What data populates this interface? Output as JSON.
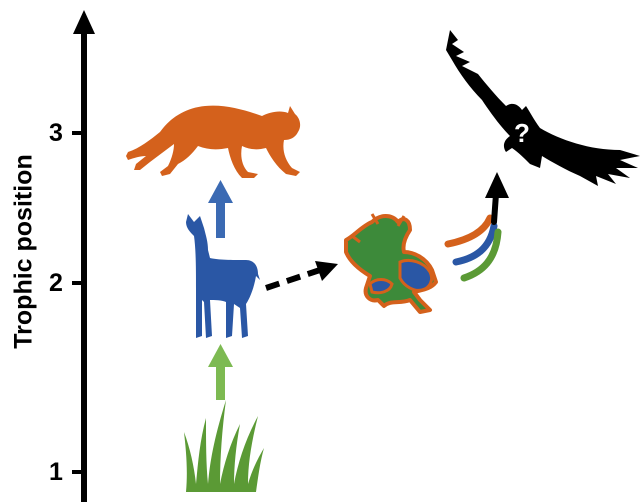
{
  "axis": {
    "title": "Trophic position",
    "ticks": [
      "1",
      "2",
      "3"
    ]
  },
  "question_mark": "?",
  "colors": {
    "puma": "#d4611c",
    "llama": "#2a57a5",
    "grass": "#5b9a35",
    "condor": "#000000",
    "blue_arrow": "#3b6ab3",
    "green_arrow": "#7dba52",
    "carcass_fill": "#3d8a3a",
    "carcass_outline": "#d4611c"
  },
  "icons": [
    "puma-icon",
    "llama-icon",
    "grass-icon",
    "carcass-icon",
    "condor-icon"
  ]
}
